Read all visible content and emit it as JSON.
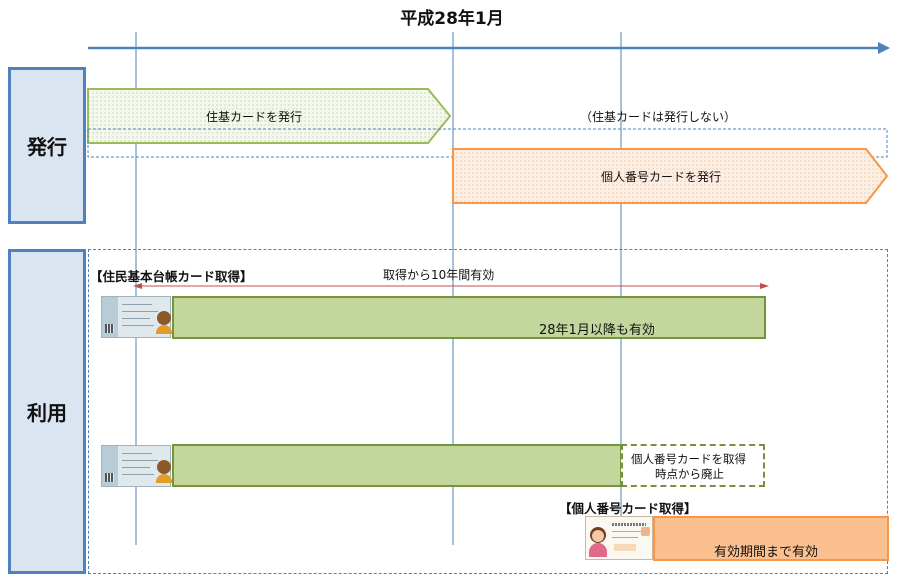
{
  "title": "平成28年1月",
  "sections": {
    "issue": "発行",
    "use": "利用"
  },
  "issue": {
    "juki_card_issue": "住基カードを発行",
    "juki_not_issued": "（住基カードは発行しない）",
    "mynumber_issue": "個人番号カードを発行"
  },
  "use": {
    "juki_acquired_label": "【住民基本台帳カード取得】",
    "valid_10_years": "取得から10年間有効",
    "valid_after_jan28": "28年1月以降も有効",
    "abolish_line1": "個人番号カードを取得",
    "abolish_line2": "時点から廃止",
    "mynumber_acquired_label": "【個人番号カード取得】",
    "valid_until_expiry": "有効期間まで有効"
  },
  "colors": {
    "blue": "#4f81bd",
    "green_fill": "#c3d69b",
    "green_border": "#77933c",
    "orange_fill": "#fac090",
    "orange_border": "#f79646",
    "red_arrow": "#c0504d"
  },
  "icons": [
    "timeline-arrow-icon",
    "juki-card-icon",
    "mynumber-card-icon"
  ]
}
